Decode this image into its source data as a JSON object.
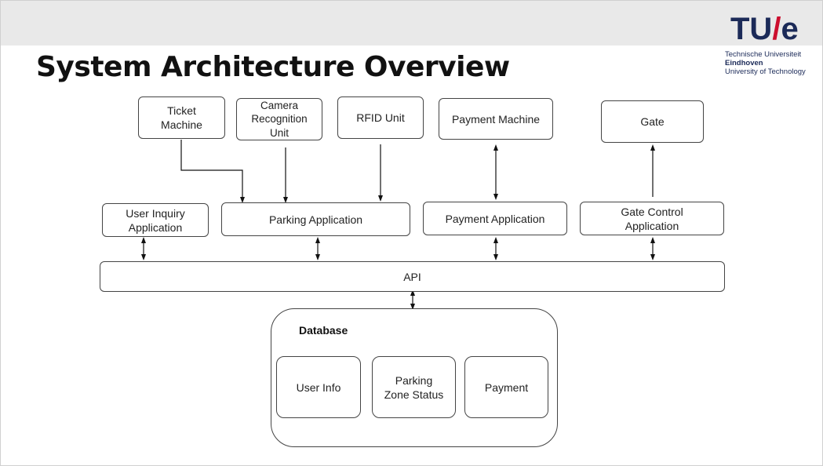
{
  "slide": {
    "title": "System Architecture Overview"
  },
  "logo": {
    "mark_tu": "TU",
    "mark_slash": "/",
    "mark_e": "e",
    "line1": "Technische Universiteit",
    "line2": "Eindhoven",
    "line3": "University of Technology",
    "colors": {
      "navy": "#1b2a58",
      "red": "#cc0e2e"
    }
  },
  "diagram": {
    "devices": {
      "ticket_machine": "Ticket\nMachine",
      "camera_unit": "Camera\nRecognition\nUnit",
      "rfid_unit": "RFID Unit",
      "payment_machine": "Payment Machine",
      "gate": "Gate"
    },
    "applications": {
      "user_inquiry": "User Inquiry\nApplication",
      "parking": "Parking Application",
      "payment": "Payment Application",
      "gate_control": "Gate Control\nApplication"
    },
    "api": "API",
    "database": {
      "title": "Database",
      "tables": {
        "user_info": "User Info",
        "parking_zone_status": "Parking\nZone Status",
        "payment": "Payment"
      }
    }
  }
}
